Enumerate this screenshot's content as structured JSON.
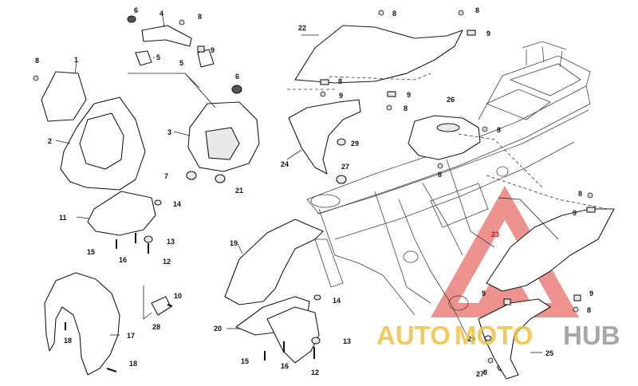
{
  "callouts": {
    "c1": "1",
    "c2": "2",
    "c3": "3",
    "c4": "4",
    "c5a": "5",
    "c5b": "5",
    "c6a": "6",
    "c6b": "6",
    "c7": "7",
    "c8a": "8",
    "c8b": "8",
    "c8c": "8",
    "c8d": "8",
    "c8e": "8",
    "c8f": "8",
    "c8g": "8",
    "c8h": "8",
    "c8i": "8",
    "c8j": "8",
    "c8k": "8",
    "c9a": "9",
    "c9b": "9",
    "c9c": "9",
    "c9d": "9",
    "c9e": "9",
    "c9f": "9",
    "c9g": "9",
    "c10": "10",
    "c11": "11",
    "c12a": "12",
    "c12b": "12",
    "c13a": "13",
    "c13b": "13",
    "c14a": "14",
    "c14b": "14",
    "c15a": "15",
    "c15b": "15",
    "c16a": "16",
    "c16b": "16",
    "c17": "17",
    "c18a": "18",
    "c18b": "18",
    "c19": "19",
    "c20": "20",
    "c21": "21",
    "c22": "22",
    "c23": "23",
    "c24": "24",
    "c25": "25",
    "c26": "26",
    "c27a": "27",
    "c27b": "27",
    "c28": "28",
    "c29a": "29",
    "c29b": "29"
  },
  "watermark": {
    "word_left": "AUTO",
    "word_mid": "MOTO",
    "word_right": "HUB",
    "color_gold": "#f0c040",
    "color_red": "#e03a32",
    "color_grey": "#9a9a9a"
  }
}
